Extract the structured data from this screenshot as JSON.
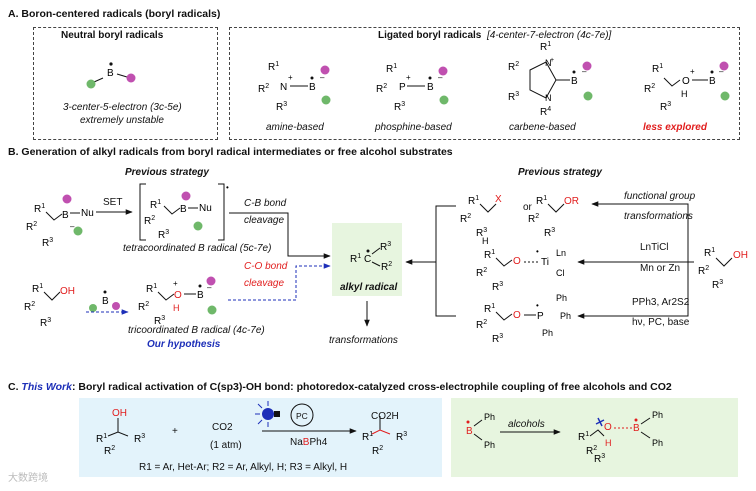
{
  "sectionA": {
    "heading": "A. Boron-centered radicals (boryl radicals)",
    "neutral": {
      "title": "Neutral boryl radicals",
      "desc1": "3-center-5-electron (3c-5e)",
      "desc2": "extremely unstable"
    },
    "ligated": {
      "title": "Ligated boryl radicals",
      "subtitle": "[4-center-7-electron (4c-7e)]",
      "captions": [
        "amine-based",
        "phosphine-based",
        "carbene-based",
        "less explored"
      ]
    }
  },
  "sectionB": {
    "heading": "B. Generation of alkyl radicals from boryl radical intermediates or free alcohol substrates",
    "prev_left": "Previous strategy",
    "prev_right": "Previous strategy",
    "set": "SET",
    "cb1": "C-B bond",
    "cb2": "cleavage",
    "tetra": "tetracoordinated B radical (5c-7e)",
    "co1": "C-O bond",
    "co2": "cleavage",
    "tri": "tricoordinated B radical (4c-7e)",
    "hypothesis": "Our hypothesis",
    "alkyl": "alkyl radical",
    "transformations": "transformations",
    "or": "or",
    "fg1": "functional group",
    "fg2": "transformations",
    "ti1": "LnTiCl",
    "ti2": "Mn or Zn",
    "pph1": "PPh3, Ar2S2",
    "pph2": "hν, PC, base"
  },
  "sectionC": {
    "heading_prefix": "C. ",
    "heading_work": "This Work",
    "heading_rest": ": Boryl radical activation of C(sp3)-OH bond: photoredox-catalyzed cross-electrophile coupling of free alcohols and CO2",
    "plus": "+",
    "co2": "CO2",
    "atm": "(1 atm)",
    "pc": "PC",
    "reagent_pre": "Na",
    "reagent_b": "B",
    "reagent_post": "Ph4",
    "product": "CO2H",
    "conditions": "R1 = Ar, Het-Ar; R2 = Ar, Alkyl, H; R3 = Alkyl, H",
    "alcohols": "alcohols"
  },
  "watermark": "大数跨境",
  "colors": {
    "pink": "#c050b0",
    "green": "#6fb86a",
    "red": "#e11d1d",
    "blue": "#1d2fb8",
    "panelBlue": "#e3f3fb",
    "panelGreen": "#e7f5df"
  }
}
